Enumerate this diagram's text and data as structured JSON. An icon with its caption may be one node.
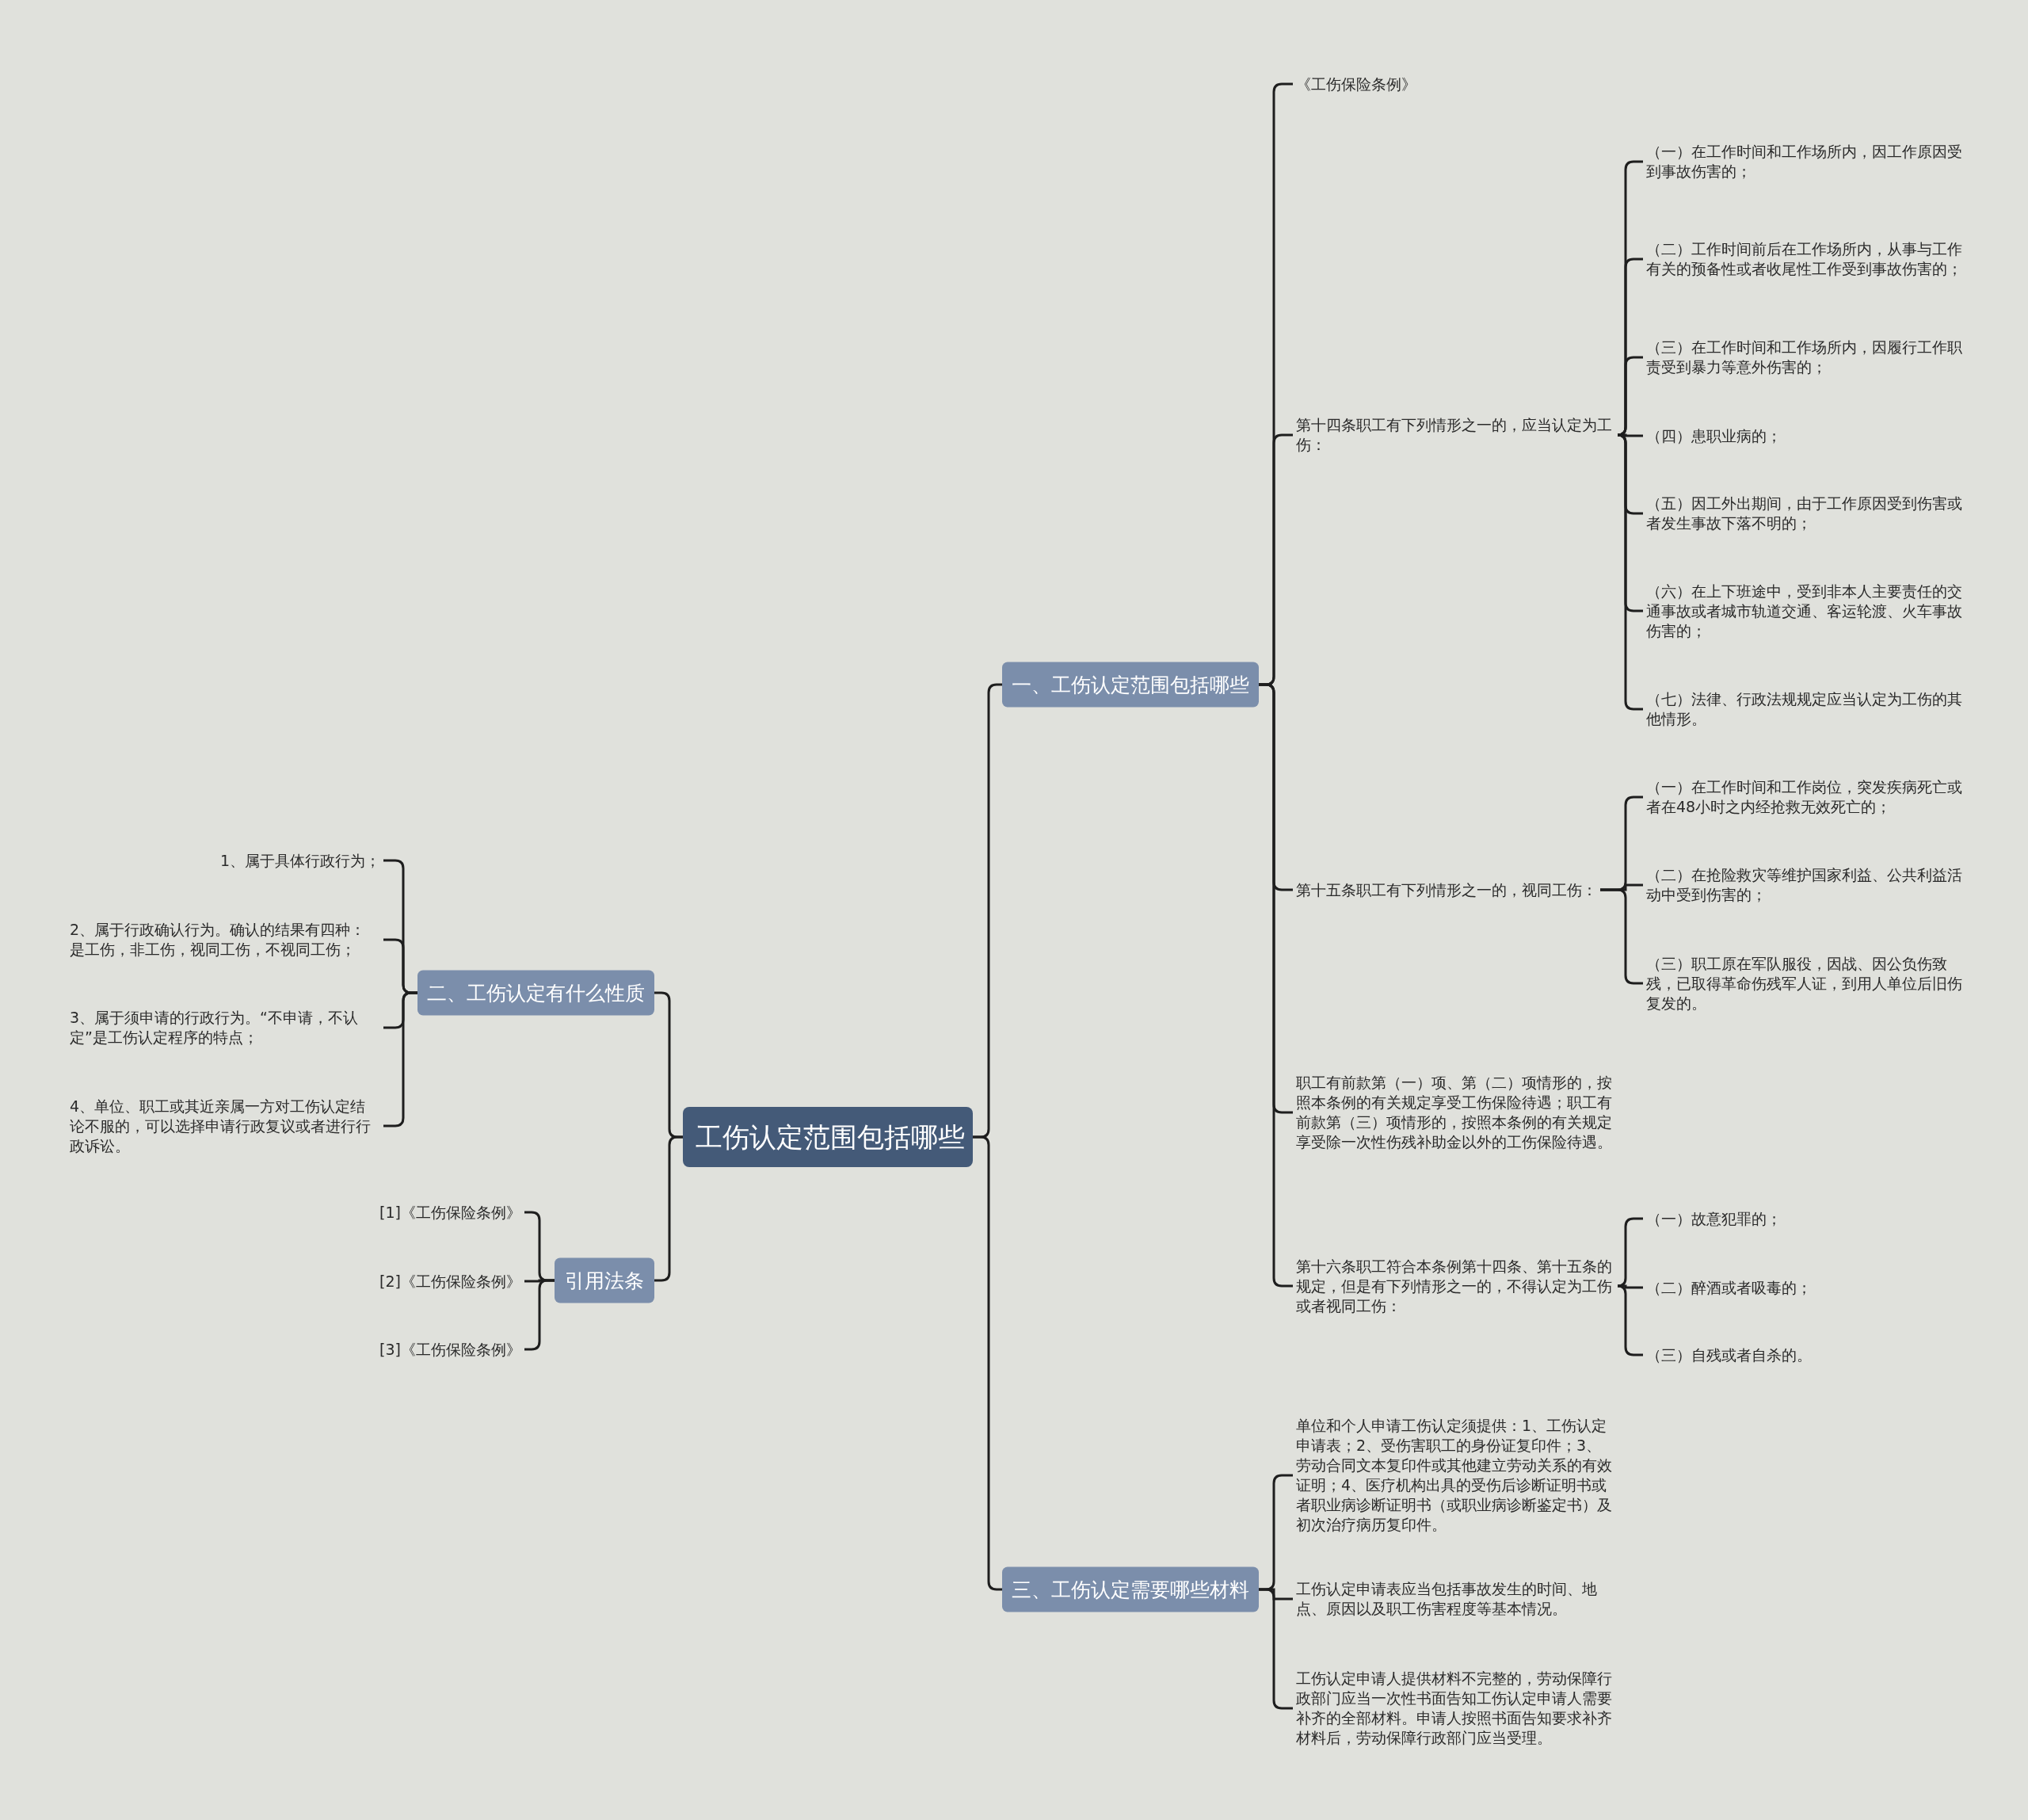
{
  "diagram": {
    "nodes": [
      {
        "text": [
          "工伤认定范围包括哪些"
        ]
      },
      {
        "text": [
          "一、工伤认定范围包括哪些"
        ]
      },
      {
        "text": [
          "《工伤保险条例》"
        ]
      },
      {
        "text": [
          "第十四条职工有下列情形之一的，应当认定为工伤："
        ]
      },
      {
        "text": [
          "（一）在工作时间和工作场所内，因工作原因受到事故伤害的；"
        ]
      },
      {
        "text": [
          "（二）工作时间前后在工作场所内，从事与工作有关的预备性或者收尾性工作受到事故伤害的；"
        ]
      },
      {
        "text": [
          "（三）在工作时间和工作场所内，因履行工作职责受到暴力等意外伤害的；"
        ]
      },
      {
        "text": [
          "（四）患职业病的；"
        ]
      },
      {
        "text": [
          "（五）因工外出期间，由于工作原因受到伤害或者发生事故下落不明的；"
        ]
      },
      {
        "text": [
          "（六）在上下班途中，受到非本人主要责任的交通事故或者城市轨道交通、客运轮渡、火车事故伤害的；"
        ]
      },
      {
        "text": [
          "（七）法律、行政法规规定应当认定为工伤的其他情形。"
        ]
      },
      {
        "text": [
          "第十五条职工有下列情形之一的，视同工伤："
        ]
      },
      {
        "text": [
          "（一）在工作时间和工作岗位，突发疾病死亡或者在48小时之内经抢救无效死亡的；"
        ]
      },
      {
        "text": [
          "（二）在抢险救灾等维护国家利益、公共利益活动中受到伤害的；"
        ]
      },
      {
        "text": [
          "（三）职工原在军队服役，因战、因公负伤致残，已取得革命伤残军人证，到用人单位后旧伤复发的。"
        ]
      },
      {
        "text": [
          "职工有前款第（一）项、第（二）项情形的，按照本条例的有关规定享受工伤保险待遇；职工有前款第（三）项情形的，按照本条例的有关规定享受除一次性伤残补助金以外的工伤保险待遇。"
        ]
      },
      {
        "text": [
          "第十六条职工符合本条例第十四条、第十五条的规定，但是有下列情形之一的，不得认定为工伤或者视同工伤："
        ]
      },
      {
        "text": [
          "（一）故意犯罪的；"
        ]
      },
      {
        "text": [
          "（二）醉酒或者吸毒的；"
        ]
      },
      {
        "text": [
          "（三）自残或者自杀的。"
        ]
      },
      {
        "text": [
          "二、工伤认定有什么性质"
        ]
      },
      {
        "text": [
          "1、属于具体行政行为；"
        ]
      },
      {
        "text": [
          "2、属于行政确认行为。确认的结果有四种：是工伤，非工伤，视同工伤，不视同工伤；"
        ]
      },
      {
        "text": [
          "3、属于须申请的行政行为。“不申请，不认定”是工伤认定程序的特点；"
        ]
      },
      {
        "text": [
          "4、单位、职工或其近亲属一方对工伤认定结论不服的，可以选择申请行政复议或者进行行政诉讼。"
        ]
      },
      {
        "text": [
          "引用法条"
        ]
      },
      {
        "text": [
          "[1]《工伤保险条例》"
        ]
      },
      {
        "text": [
          "[2]《工伤保险条例》"
        ]
      },
      {
        "text": [
          "[3]《工伤保险条例》"
        ]
      },
      {
        "text": [
          "三、工伤认定需要哪些材料"
        ]
      },
      {
        "text": [
          "单位和个人申请工伤认定须提供：1、工伤认定申请表；2、受伤害职工的身份证复印件；3、劳动合同文本复印件或其他建立劳动关系的有效证明；4、医疗机构出具的受伤后诊断证明书或者职业病诊断证明书（或职业病诊断鉴定书）及初次治疗病历复印件。"
        ]
      },
      {
        "text": [
          "工伤认定申请表应当包括事故发生的时间、地点、原因以及职工伤害程度等基本情况。"
        ]
      },
      {
        "text": [
          "工伤认定申请人提供材料不完整的，劳动保障行政部门应当一次性书面告知工伤认定申请人需要补齐的全部材料。申请人按照书面告知要求补齐材料后，劳动保障行政部门应当受理。"
        ]
      }
    ],
    "edges": [
      {
        "from": 0,
        "to": 1,
        "arrow": "none"
      },
      {
        "from": 0,
        "to": 20,
        "arrow": "none"
      },
      {
        "from": 0,
        "to": 25,
        "arrow": "none"
      },
      {
        "from": 0,
        "to": 29,
        "arrow": "none"
      },
      {
        "from": 1,
        "to": 2,
        "arrow": "none"
      },
      {
        "from": 1,
        "to": 3,
        "arrow": "none"
      },
      {
        "from": 1,
        "to": 11,
        "arrow": "none"
      },
      {
        "from": 1,
        "to": 15,
        "arrow": "none"
      },
      {
        "from": 1,
        "to": 16,
        "arrow": "none"
      },
      {
        "from": 3,
        "to": 4,
        "arrow": "none"
      },
      {
        "from": 3,
        "to": 5,
        "arrow": "none"
      },
      {
        "from": 3,
        "to": 6,
        "arrow": "none"
      },
      {
        "from": 3,
        "to": 7,
        "arrow": "none"
      },
      {
        "from": 3,
        "to": 8,
        "arrow": "none"
      },
      {
        "from": 3,
        "to": 9,
        "arrow": "none"
      },
      {
        "from": 3,
        "to": 10,
        "arrow": "none"
      },
      {
        "from": 11,
        "to": 12,
        "arrow": "none"
      },
      {
        "from": 11,
        "to": 13,
        "arrow": "none"
      },
      {
        "from": 11,
        "to": 14,
        "arrow": "none"
      },
      {
        "from": 16,
        "to": 17,
        "arrow": "none"
      },
      {
        "from": 16,
        "to": 18,
        "arrow": "none"
      },
      {
        "from": 16,
        "to": 19,
        "arrow": "none"
      },
      {
        "from": 20,
        "to": 21,
        "arrow": "none"
      },
      {
        "from": 20,
        "to": 22,
        "arrow": "none"
      },
      {
        "from": 20,
        "to": 23,
        "arrow": "none"
      },
      {
        "from": 20,
        "to": 24,
        "arrow": "none"
      },
      {
        "from": 25,
        "to": 26,
        "arrow": "none"
      },
      {
        "from": 25,
        "to": 27,
        "arrow": "none"
      },
      {
        "from": 25,
        "to": 28,
        "arrow": "none"
      },
      {
        "from": 29,
        "to": 30,
        "arrow": "none"
      },
      {
        "from": 29,
        "to": 31,
        "arrow": "none"
      },
      {
        "from": 29,
        "to": 32,
        "arrow": "none"
      }
    ]
  }
}
